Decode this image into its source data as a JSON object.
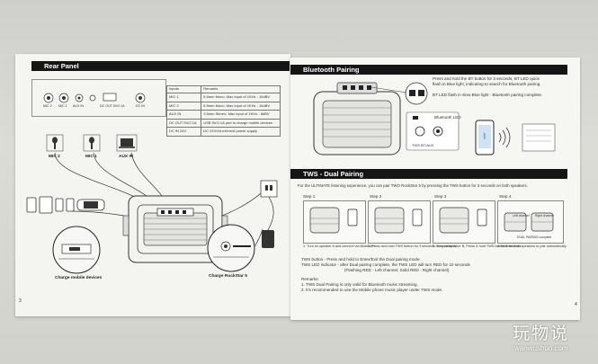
{
  "left_page": {
    "header": "Rear Panel",
    "page_number": "3",
    "panel_labels": [
      "MIC 2",
      "MIC 1",
      "AUX IN",
      "DC OUT 5V/2.1A",
      "DC IN"
    ],
    "table": {
      "headers": [
        "Inputs",
        "Remarks"
      ],
      "rows": [
        [
          "MIC 1",
          "6.5mm Mono, Max input of 1KHz - 16dBV"
        ],
        [
          "MIC 2",
          "6.5mm Mono, Max input of 1KHz - 16dBV"
        ],
        [
          "AUX IN",
          "3.5mm Stereo, Max input of 1KHz - 8dBV"
        ],
        [
          "DC OUT 5V/2.1A",
          "USB 5V/2.1A port to charge mobile devices"
        ],
        [
          "DC IN 24V",
          "DC 24V/4A external power supply"
        ]
      ]
    },
    "device_labels": {
      "mic2": "MIC 2",
      "mic1": "MIC 1",
      "aux": "AUX IN"
    },
    "callouts": {
      "charge": "Charge mobile devices",
      "rocktiller": "Charge RockStar 5"
    }
  },
  "right_page": {
    "bt_header": "Bluetooth Pairing",
    "bt_text": [
      "Press and hold the BT button for 3 seconds, BT LED quick",
      "flash in Blue light, indicating to search for Bluetooth pairing.",
      "",
      "BT LED flash in slow Blue light - Bluetooth pairing complete."
    ],
    "bt_led_label": "Bluetooth LED",
    "bt_buttons": "TWS  BT/AUX",
    "tws_header": "TWS - Dual Pairing",
    "tws_intro": "For the ULTIMATE listening experience, you can pair TWO RockStar 5 by pressing the TWS button for 3 seconds on both speakers.",
    "steps": [
      {
        "title": "Step 1",
        "caption": "1. Turn on speaker A and connect via Bluetooth"
      },
      {
        "title": "Step 2",
        "caption": "2. Press and hold TWS button for 3 seconds on speaker A"
      },
      {
        "title": "Step 3",
        "caption": "3. Turn on speaker B, Press & hold TWS button 3 seconds"
      },
      {
        "title": "Step 4",
        "caption": "4. Wait for both speakers to pair automatically"
      }
    ],
    "channel_labels": {
      "left": "Left channel",
      "right": "Right channel",
      "pairing": "DUAL PAIRING complete"
    },
    "notes": [
      "TWS button - Press and hold to Enter/Exit the Dual pairing mode.",
      "TWS LED indicator - after Dual pairing complete, the TWS LED will turn RED for 10 seconds",
      "(Flashing RED - Left channel; Solid RED - Right channel)",
      "Remarks:",
      "1. TWS Dual Pairing is only valid for Bluetooth music streaming.",
      "2. It's recommended to use the Mobile phone music player under TWS mode."
    ],
    "page_number": "4"
  },
  "watermark": {
    "cn": "玩物说",
    "url": "wanwushuo.com"
  }
}
